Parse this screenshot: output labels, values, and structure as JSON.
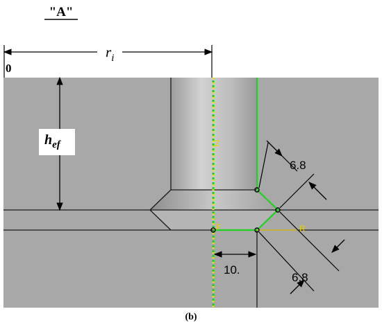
{
  "title": "\"A\"",
  "origin_label": "0",
  "radius_label": {
    "main": "r",
    "sub": "i"
  },
  "height_label": {
    "main": "h",
    "sub": "ef"
  },
  "axis_z": "Z",
  "axis_r": "R",
  "node_label": "F",
  "dim_upper": "6.8",
  "dim_lower": "6.8",
  "dim_width": "10.",
  "caption": "(b)",
  "colors": {
    "model_gray": "#a8a8a8",
    "bolt_light": "#c9c9c9",
    "edge": "#1a1a1a",
    "green": "#1fd11f",
    "yellow": "#e5e500",
    "axis_yellow": "#d8c020"
  }
}
